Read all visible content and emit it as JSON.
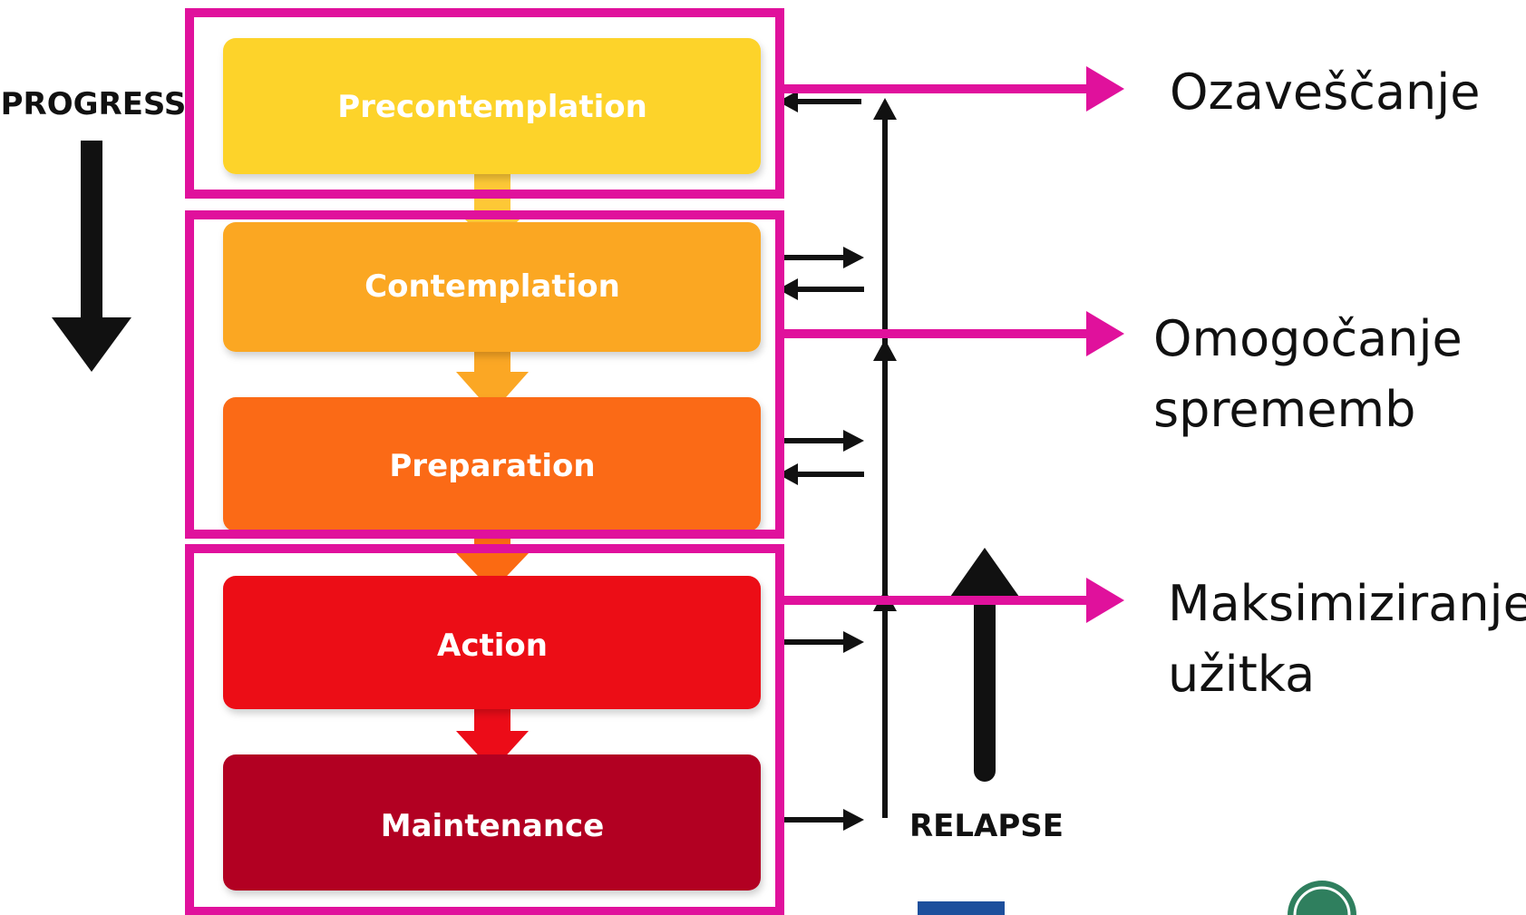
{
  "progress_label": "PROGRESS",
  "relapse_label": "RELAPSE",
  "stages": [
    {
      "label": "Precontemplation",
      "color": "#fdd32a"
    },
    {
      "label": "Contemplation",
      "color": "#fba724"
    },
    {
      "label": "Preparation",
      "color": "#fb6a12"
    },
    {
      "label": "Action",
      "color": "#ec0c18"
    },
    {
      "label": "Maintenance",
      "color": "#b20622"
    }
  ],
  "callouts": [
    {
      "lines": [
        "Ozaveščanje"
      ]
    },
    {
      "lines": [
        "Omogočanje",
        "sprememb"
      ]
    },
    {
      "lines": [
        "Maksimiziranje",
        "užitka"
      ]
    }
  ],
  "colors": {
    "highlight": "#e0119c",
    "arrow": "#111111"
  }
}
